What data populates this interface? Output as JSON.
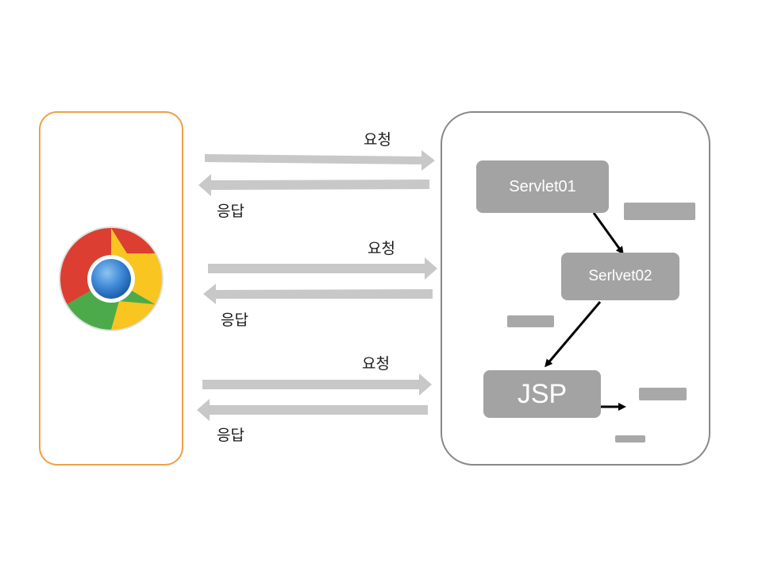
{
  "labels": {
    "request": "요청",
    "response": "응답"
  },
  "exchanges": [
    {
      "request": "요청",
      "response": "응답"
    },
    {
      "request": "요청",
      "response": "응답"
    },
    {
      "request": "요청",
      "response": "응답"
    }
  ],
  "server": {
    "nodes": {
      "servlet01": "Servlet01",
      "servlet02": "Serlvet02",
      "jsp": "JSP"
    }
  },
  "colors": {
    "client_border": "#f0a04a",
    "server_border": "#888888",
    "arrow": "#c8c8c8",
    "node": "#a3a3a3",
    "flow_arrow": "#000000"
  },
  "icons": {
    "browser": "chrome-icon"
  }
}
